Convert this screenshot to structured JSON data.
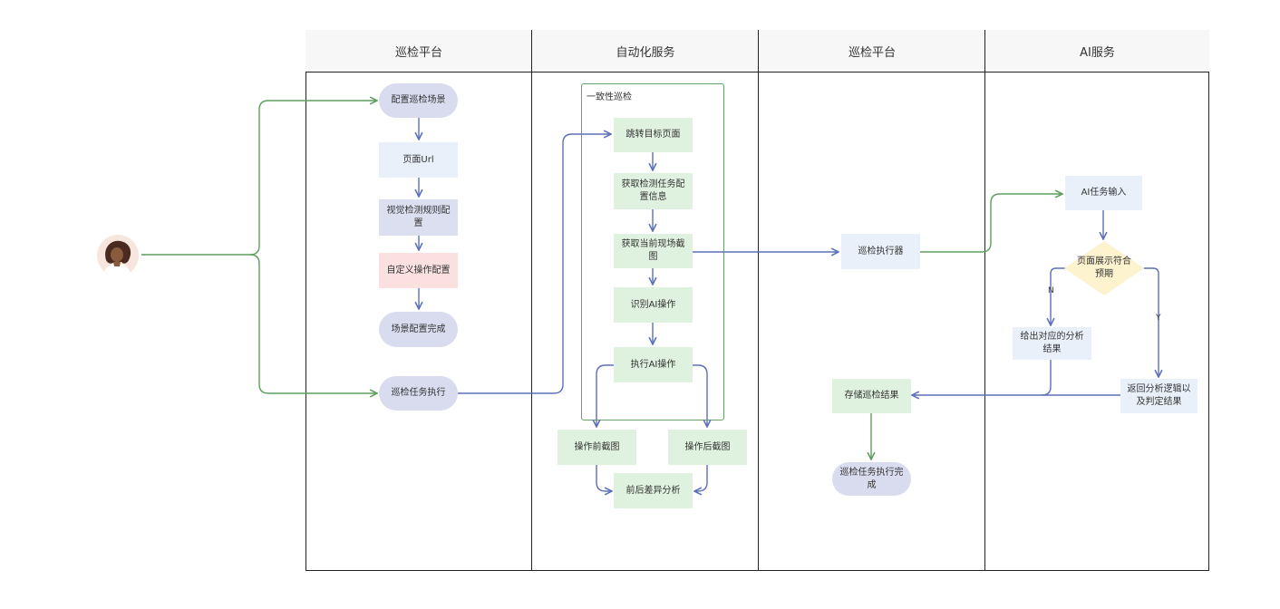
{
  "lanes": [
    "巡检平台",
    "自动化服务",
    "巡检平台",
    "AI服务"
  ],
  "lane1": {
    "config_scene": "配置巡检场景",
    "page_url": "页面Url",
    "visual_rules": "视觉检测规则配置",
    "custom_ops": "自定义操作配置",
    "scene_done": "场景配置完成",
    "task_exec": "巡检任务执行"
  },
  "lane2": {
    "group_label": "一致性巡检",
    "jump_page": "跳转目标页面",
    "get_config": "获取检测任务配置信息",
    "get_screenshot": "获取当前现场截图",
    "recognize_ai": "识别AI操作",
    "exec_ai": "执行AI操作",
    "before_shot": "操作前截图",
    "after_shot": "操作后截图",
    "diff": "前后差异分析"
  },
  "lane3": {
    "executor": "巡检执行器",
    "store": "存储巡检结果",
    "done": "巡检任务执行完成"
  },
  "lane4": {
    "ai_input": "AI任务输入",
    "decision": "页面展示符合预期",
    "no_label": "N",
    "yes_label": "Y",
    "give_analysis": "给出对应的分析结果",
    "return_logic": "返回分析逻辑以及判定结果"
  },
  "colors": {
    "green_line": "#5e9e5e",
    "blue_line": "#5b70b8",
    "pill": "#d9dcef",
    "green_box": "#dff1df",
    "pink_box": "#fbe0e0",
    "diamond": "#fdf3cf"
  },
  "icons": {
    "actor": "user-avatar-icon"
  }
}
